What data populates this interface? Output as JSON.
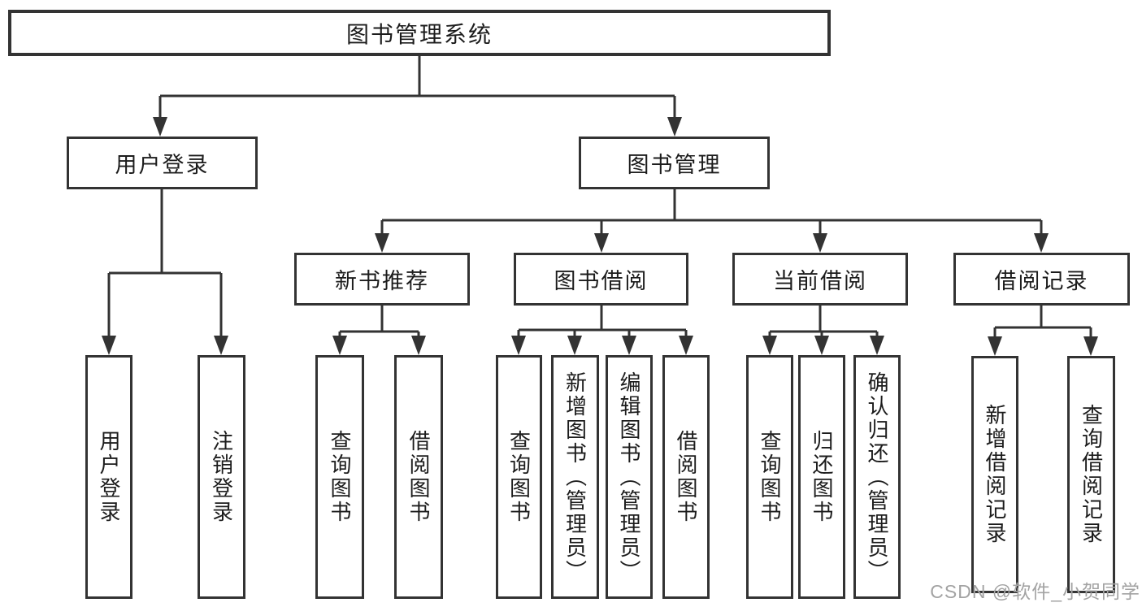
{
  "colors": {
    "line": "#333333",
    "text": "#1c1c1c",
    "bg": "#ffffff",
    "watermark": "#a3a3a3"
  },
  "watermark": {
    "text": "CSDN @软件_小贺同学"
  },
  "tree": {
    "label": "图书管理系统",
    "children": [
      {
        "label": "用户登录",
        "children": [
          {
            "label": "用户登录"
          },
          {
            "label": "注销登录"
          }
        ]
      },
      {
        "label": "图书管理",
        "children": [
          {
            "label": "新书推荐",
            "children": [
              {
                "label": "查询图书"
              },
              {
                "label": "借阅图书"
              }
            ]
          },
          {
            "label": "图书借阅",
            "children": [
              {
                "label": "查询图书"
              },
              {
                "label": "新增图书（管理员）"
              },
              {
                "label": "编辑图书（管理员）"
              },
              {
                "label": "借阅图书"
              }
            ]
          },
          {
            "label": "当前借阅",
            "children": [
              {
                "label": "查询图书"
              },
              {
                "label": "归还图书"
              },
              {
                "label": "确认归还（管理员）"
              }
            ]
          },
          {
            "label": "借阅记录",
            "children": [
              {
                "label": "新增借阅记录"
              },
              {
                "label": "查询借阅记录"
              }
            ]
          }
        ]
      }
    ]
  }
}
